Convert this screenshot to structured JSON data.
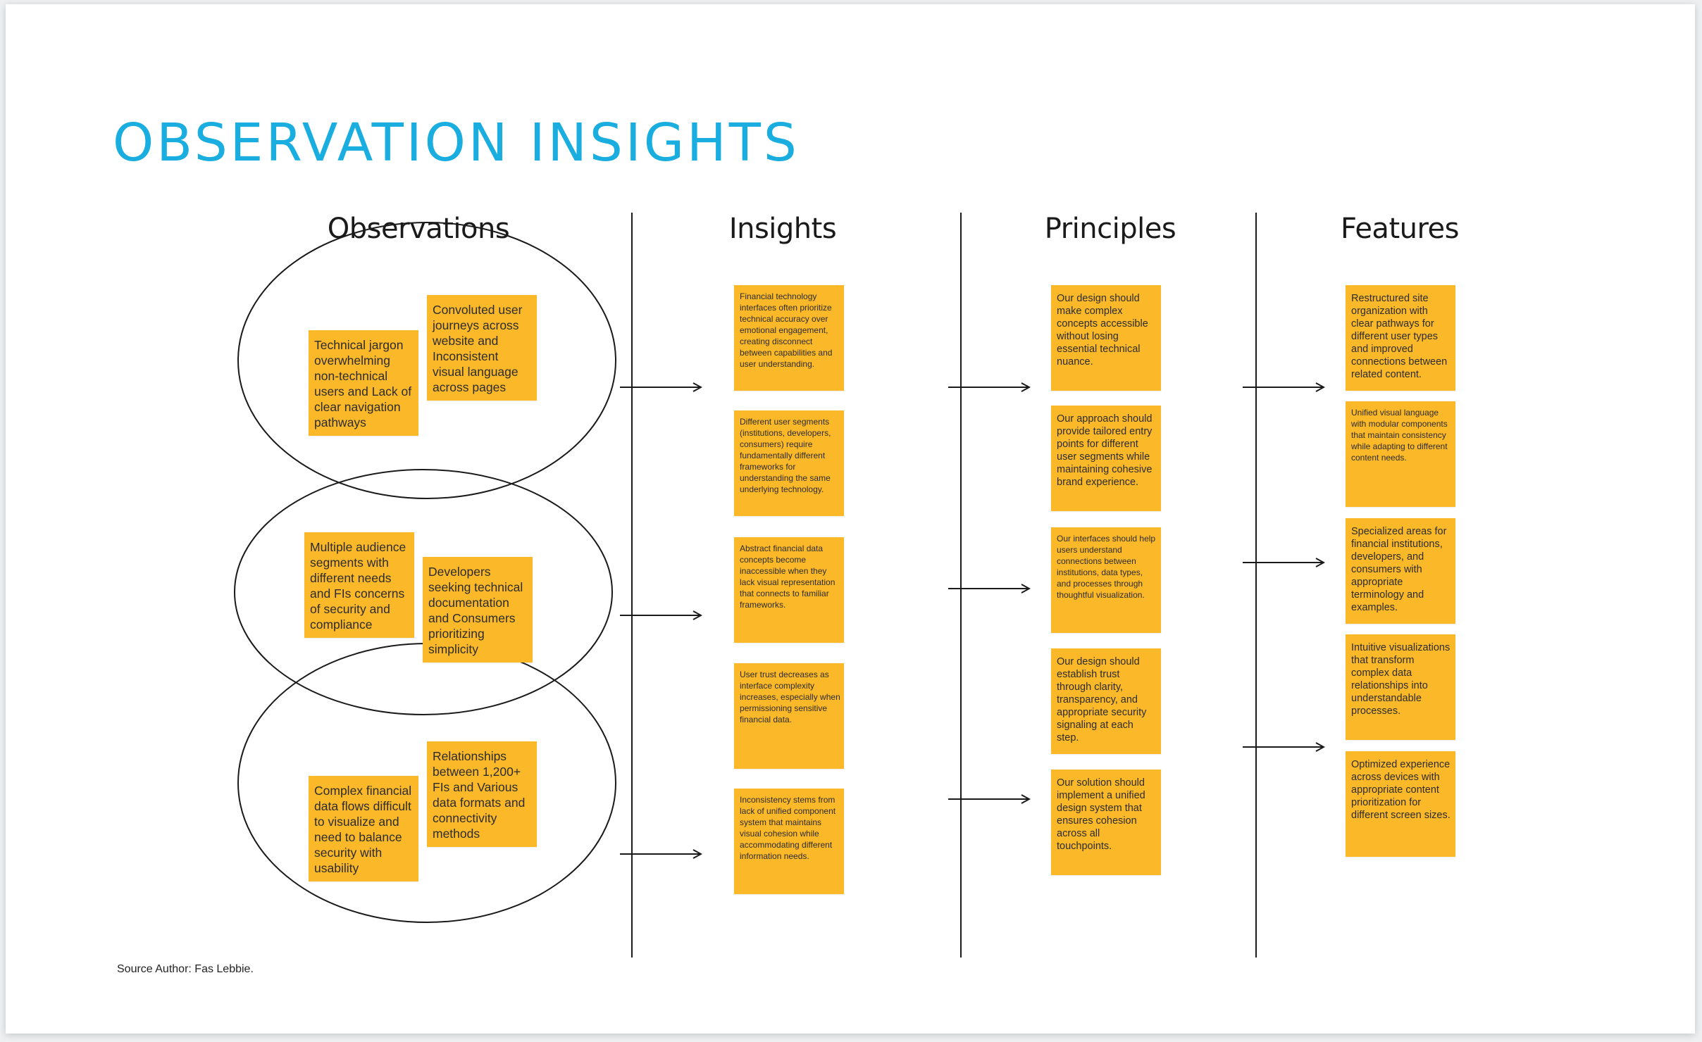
{
  "title": "OBSERVATION INSIGHTS",
  "columns": {
    "observations": "Observations",
    "insights": "Insights",
    "principles": "Principles",
    "features": "Features"
  },
  "observations": [
    "Technical jargon overwhelming non-technical users  and Lack of clear navigation pathways",
    "Convoluted user journeys across website and Inconsistent visual language across pages",
    "Multiple audience segments with different needs and FIs concerns of security and compliance",
    "Developers seeking technical documentation and Consumers prioritizing simplicity",
    "Complex financial data flows difficult to visualize and need to balance security with usability",
    "Relationships between 1,200+ FIs and Various data formats and connectivity methods"
  ],
  "insights": [
    "Financial technology interfaces often prioritize technical accuracy over emotional engagement, creating disconnect between capabilities and user understanding.",
    "Different user segments (institutions, developers, consumers) require fundamentally different frameworks for understanding the same underlying technology.",
    "Abstract financial data concepts become inaccessible when they lack visual representation that connects to familiar frameworks.",
    "User trust decreases as interface complexity increases, especially when permissioning sensitive financial data.",
    "Inconsistency stems from lack of unified component system that maintains visual cohesion while accommodating different information needs."
  ],
  "principles": [
    "Our design should make complex concepts accessible without losing essential technical nuance.",
    "Our approach should provide tailored entry points for different user segments while maintaining cohesive brand experience.",
    "Our interfaces should help users understand connections between institutions, data types, and processes through thoughtful visualization.",
    "Our design should establish trust through clarity, transparency, and appropriate security signaling at each step.",
    "Our solution should implement a unified design system that ensures cohesion across all touchpoints."
  ],
  "features": [
    "Restructured site organization with clear pathways for different user types and improved connections between related content.",
    "Unified visual language with modular components that maintain consistency while adapting to different content needs.",
    "Specialized areas for financial institutions, developers, and consumers with appropriate terminology and examples.",
    "Intuitive visualizations that transform complex data relationships into understandable processes.",
    "Optimized experience across devices with appropriate content prioritization for different screen sizes."
  ],
  "source": "Source Author: Fas Lebbie.",
  "colors": {
    "title": "#1aaee0",
    "note": "#fbb829",
    "line": "#1a1a1a"
  }
}
